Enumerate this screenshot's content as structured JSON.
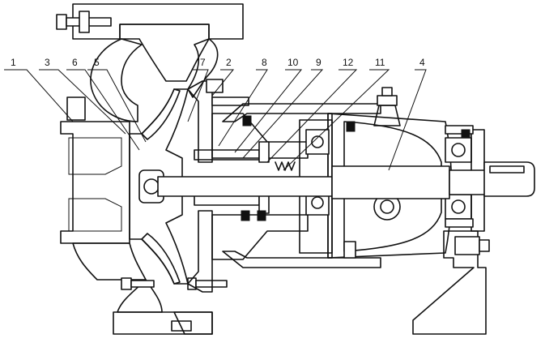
{
  "diagram": {
    "callouts": [
      {
        "id": "callout-1",
        "label": "1"
      },
      {
        "id": "callout-3",
        "label": "3"
      },
      {
        "id": "callout-6",
        "label": "6"
      },
      {
        "id": "callout-5",
        "label": "5"
      },
      {
        "id": "callout-7",
        "label": "7"
      },
      {
        "id": "callout-2",
        "label": "2"
      },
      {
        "id": "callout-8",
        "label": "8"
      },
      {
        "id": "callout-10",
        "label": "10"
      },
      {
        "id": "callout-9",
        "label": "9"
      },
      {
        "id": "callout-12",
        "label": "12"
      },
      {
        "id": "callout-11",
        "label": "11"
      },
      {
        "id": "callout-4",
        "label": "4"
      }
    ]
  }
}
